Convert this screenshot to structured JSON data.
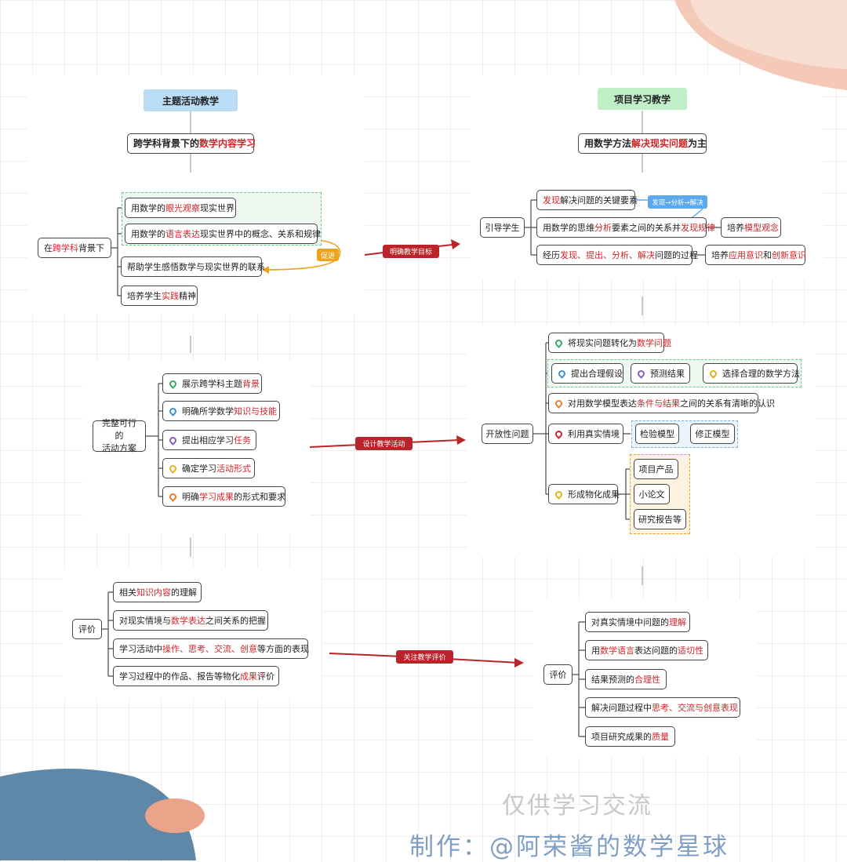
{
  "left": {
    "header": "主题活动教学",
    "subtitle": [
      "跨学科背景下的",
      "数学内容学习"
    ],
    "section1": {
      "root": [
        "在",
        "跨学科",
        "背景下"
      ],
      "items": [
        [
          "用数学的",
          "眼光观察",
          "现实世界"
        ],
        [
          "用数学的",
          "语言表达",
          "现实世界中的概念、关系和规律"
        ],
        [
          "帮助学生感悟数学与现实世界的联系"
        ],
        [
          "培养学生",
          "实践",
          "精神"
        ]
      ],
      "promote_label": "促进"
    },
    "section2": {
      "root_line1": "完整可行的",
      "root_line2": "活动方案",
      "items": [
        [
          "展示跨学科主题",
          "背景"
        ],
        [
          "明确所学数学",
          "知识与技能"
        ],
        [
          "提出相应学习",
          "任务"
        ],
        [
          "确定学习",
          "活动形式"
        ],
        [
          "明确",
          "学习成果",
          "的形式和要求"
        ]
      ]
    },
    "section3": {
      "root": "评价",
      "items": [
        [
          "相关",
          "知识内容",
          "的理解"
        ],
        [
          "对现实情境与",
          "数学表达",
          "之间关系的把握"
        ],
        [
          "学习活动中",
          "操作、思考、交流、创意",
          "等方面的表现"
        ],
        [
          "学习过程中的作品、报告等物化",
          "成果",
          "评价"
        ]
      ]
    }
  },
  "right": {
    "header": "项目学习教学",
    "subtitle": [
      "用数学方法",
      "解决现实问题",
      "为主"
    ],
    "section1": {
      "root": "引导学生",
      "items": [
        [
          "",
          "发现",
          "解决问题的关键要素"
        ],
        [
          "用数学的思维",
          "分析",
          "要素之间的关系并",
          "发现规律"
        ],
        [
          "经历",
          "发现、提出、分析、解决",
          "问题的过程"
        ]
      ],
      "flow_label": "发现→分析→解决",
      "outcome1": [
        "培养",
        "模型观念"
      ],
      "outcome2": [
        "培养",
        "应用意识",
        "和",
        "创新意识"
      ]
    },
    "section2": {
      "root": "开放性问题",
      "item1": [
        "将现实问题转化为",
        "数学问题"
      ],
      "row2": [
        "提出合理假设",
        "预测结果",
        "选择合理的数学方法"
      ],
      "item3": [
        "对用数学模型表达",
        "条件与结果",
        "之间的关系有清晰的认识"
      ],
      "item4": "利用真实情境",
      "item4_children": [
        "检验模型",
        "修正模型"
      ],
      "item5": "形成物化成果",
      "item5_children": [
        "项目产品",
        "小论文",
        "研究报告等"
      ]
    },
    "section3": {
      "root": "评价",
      "items": [
        [
          "对真实情境中问题的",
          "理解"
        ],
        [
          "用",
          "数学语言",
          "表达问题的",
          "适切性"
        ],
        [
          "结果预测的",
          "合理性"
        ],
        [
          "解决问题过程中",
          "思考、交流与创意表现"
        ],
        [
          "项目研究成果的",
          "质量"
        ]
      ]
    }
  },
  "arrows": [
    "明确教学目标",
    "设计教学活动",
    "关注教学评价"
  ],
  "watermark": {
    "line1": "仅供学习交流",
    "line2": "制作：@阿荣酱的数学星球"
  },
  "colors": {
    "highlight": "#d0262a",
    "arrow": "#b9242a",
    "promote": "#f0a21a",
    "flow": "#5aa9ef",
    "header_left": "#b9dcf7",
    "header_right": "#bfeec7"
  }
}
